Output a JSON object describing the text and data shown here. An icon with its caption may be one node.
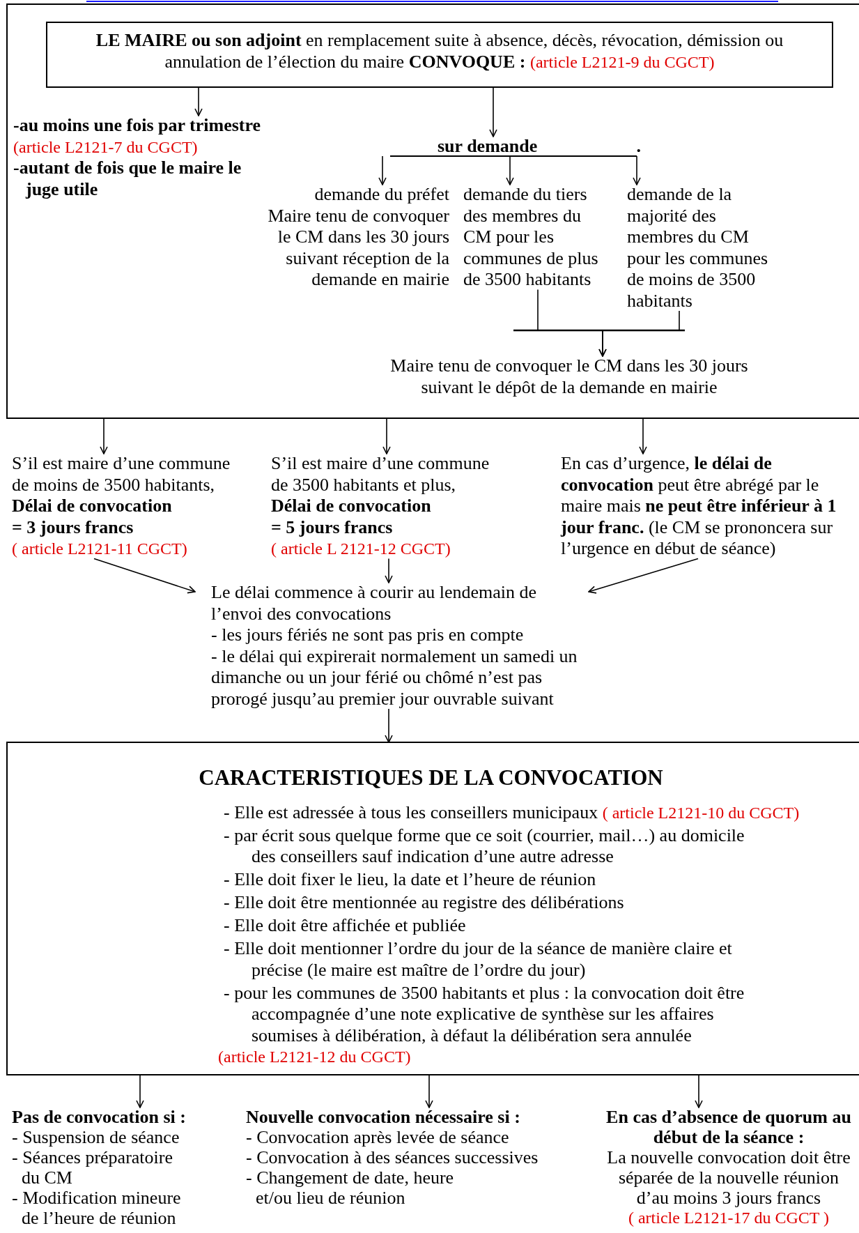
{
  "diagram": {
    "nodes": [
      {
        "text": [],
        "shape": "box"
      },
      {
        "text": [
          "**LE MAIRE ou son adjoint** en remplacement suite à absence, décès, révocation, démission ou annulation de l’élection du maire **CONVOQUE :**",
          "(article L2121-9 du CGCT)"
        ],
        "in": 0
      },
      {
        "text": [
          "-au moins une fois par trimestre",
          "(article L2121-7 du CGCT)",
          "-autant de fois que le maire le juge utile"
        ],
        "in": 0
      },
      {
        "text": [
          "sur demande",
          "."
        ],
        "in": 0
      },
      {
        "text": [
          "demande du préfet",
          "Maire tenu de convoquer le CM dans les 30 jours suivant réception de la demande en mairie"
        ],
        "in": 0
      },
      {
        "text": [
          "demande du tiers des membres du CM pour les communes de plus de 3500 habitants"
        ],
        "in": 0
      },
      {
        "text": [
          "demande de la majorité des membres du CM pour les communes de moins de 3500 habitants"
        ],
        "in": 0
      },
      {
        "text": [
          "Maire tenu de convoquer le CM dans les 30 jours suivant le dépôt de la demande en mairie"
        ],
        "in": 0
      },
      {
        "text": [
          "S’il est maire d’une commune de moins de 3500 habitants,",
          "Délai de convocation",
          "= 3 jours francs",
          "( article L2121-11 CGCT)"
        ]
      },
      {
        "text": [
          "S’il est maire d’une commune de 3500 habitants et plus,",
          "Délai de convocation",
          "= 5 jours francs",
          "( article L 2121-12 CGCT)"
        ]
      },
      {
        "text": [
          "En cas d’urgence, **le délai de convocation** peut être abrégé par le maire mais **ne peut être inférieur à 1 jour franc.** (le CM se prononcera sur l’urgence en début de séance)"
        ]
      },
      {
        "text": [
          "Le délai commence à courir au lendemain de l’envoi des convocations",
          "- les jours fériés ne sont pas pris en compte",
          "- le délai qui expirerait normalement un samedi un dimanche ou un jour férié ou chômé n’est pas prorogé jusqu’au premier jour ouvrable suivant"
        ]
      },
      {
        "text": [
          "CARACTERISTIQUES DE LA CONVOCATION",
          "- Elle est adressée à tous les conseillers municipaux",
          "( article L2121-10 du CGCT)",
          "- par écrit sous quelque forme que ce soit (courrier, mail…) au domicile des conseillers sauf indication d’une autre adresse",
          "- Elle doit fixer le lieu, la date et l’heure de réunion",
          "- Elle doit être mentionnée au registre des délibérations",
          "- Elle doit être affichée et publiée",
          "- Elle doit mentionner l’ordre du jour de la séance de manière claire et précise (le maire est maître de l’ordre du jour)",
          "- pour les communes de 3500 habitants et plus : la convocation doit être accompagnée d’une note explicative de synthèse sur les affaires soumises à délibération, à défaut la délibération sera annulée",
          "(article L2121-12 du CGCT)"
        ]
      },
      {
        "text": [
          "Pas de convocation si :",
          "- Suspension de séance",
          "- Séances préparatoire du CM",
          "- Modification mineure de l’heure de réunion"
        ]
      },
      {
        "text": [
          "Nouvelle convocation nécessaire si :",
          "- Convocation après levée de séance",
          "- Convocation à des séances successives",
          "- Changement de date, heure et/ou lieu de réunion"
        ]
      },
      {
        "text": [
          "En cas d’absence de quorum au début de la séance :",
          "La nouvelle convocation doit être séparée de la nouvelle réunion d’au moins 3 jours francs",
          "( article L2121-17 du CGCT )"
        ]
      }
    ],
    "edges": [
      {
        "from": 1,
        "to": 2,
        "arrow": "to"
      },
      {
        "from": 1,
        "to": 3,
        "arrow": "to"
      },
      {
        "from": 3,
        "to": 4,
        "arrow": "to"
      },
      {
        "from": 3,
        "to": 5,
        "arrow": "to"
      },
      {
        "from": 3,
        "to": 6,
        "arrow": "to"
      },
      {
        "from": 5,
        "to": 7,
        "arrow": "to"
      },
      {
        "from": 6,
        "to": 7,
        "arrow": "to"
      },
      {
        "from": 0,
        "to": 8,
        "arrow": "to"
      },
      {
        "from": 0,
        "to": 9,
        "arrow": "to"
      },
      {
        "from": 0,
        "to": 10,
        "arrow": "to"
      },
      {
        "from": 8,
        "to": 11,
        "arrow": "to"
      },
      {
        "from": 9,
        "to": 11,
        "arrow": "to"
      },
      {
        "from": 10,
        "to": 11,
        "arrow": "to"
      },
      {
        "from": 11,
        "to": 12,
        "arrow": "to"
      },
      {
        "from": 12,
        "to": 13,
        "arrow": "to"
      },
      {
        "from": 12,
        "to": 14,
        "arrow": "to"
      },
      {
        "from": 12,
        "to": 15,
        "arrow": "to"
      }
    ]
  }
}
